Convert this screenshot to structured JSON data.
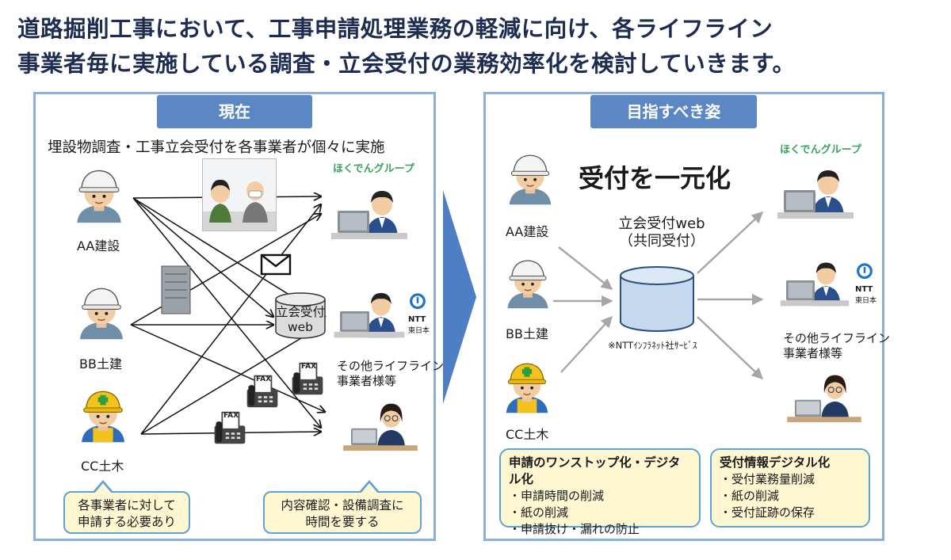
{
  "title": {
    "line1": "道路掘削工事において、工事申請処理業務の軽減に向け、各ライフライン",
    "line2": "事業者毎に実施している調査・立会受付の業務効率化を検討していきます。"
  },
  "left": {
    "label": "現在",
    "subtitle": "埋設物調査・工事立会受付を各事業者が個々に実施",
    "applicants": [
      "AA建設",
      "BB土建",
      "CC土木"
    ],
    "db_label": "立会受付\nweb",
    "fax_text": "FAX",
    "hokuden_logo": "ほくでんグループ",
    "ntt_logo_top": "NTT",
    "ntt_logo_bottom": "東日本",
    "others_label": "その他ライフライン\n事業者様等",
    "callout_left": "各事業者に対して\n申請する必要あり",
    "callout_right": "内容確認・設備調査に\n時間を要する"
  },
  "right": {
    "label": "目指すべき姿",
    "headline": "受付を一元化",
    "applicants": [
      "AA建設",
      "BB土建",
      "CC土木"
    ],
    "db_title": "立会受付web\n（共同受付）",
    "db_note": "※NTTｲﾝﾌﾗﾈｯﾄ社ｻｰﾋﾞｽ",
    "hokuden_logo": "ほくでんグループ",
    "ntt_logo_top": "NTT",
    "ntt_logo_bottom": "東日本",
    "others_label": "その他ライフライン\n事業者様等",
    "benefit1": {
      "heading": "申請のワンストップ化・デジタル化",
      "items": [
        "・申請時間の削減",
        "・紙の削減",
        "・申請抜け・漏れの防止"
      ]
    },
    "benefit2": {
      "heading": "受付情報デジタル化",
      "items": [
        "・受付業務量削減",
        "・紙の削減",
        "・受付証跡の保存"
      ]
    }
  },
  "colors": {
    "panel_border": "#8eafd9",
    "label_bg": "#5b87c5",
    "title": "#1d2c50",
    "callout_bg": "#fff7d2",
    "callout_border": "#5fa3d6",
    "big_arrow": "#4e7fc5",
    "gray_arrow": "#a6a6a6",
    "db_fill": "#c5d9ee"
  },
  "icons": {
    "worker": "construction-worker-icon",
    "office": "office-worker-laptop-icon",
    "mail": "envelope-icon",
    "fax": "fax-machine-icon",
    "server": "server-icon",
    "database": "database-cylinder-icon"
  }
}
